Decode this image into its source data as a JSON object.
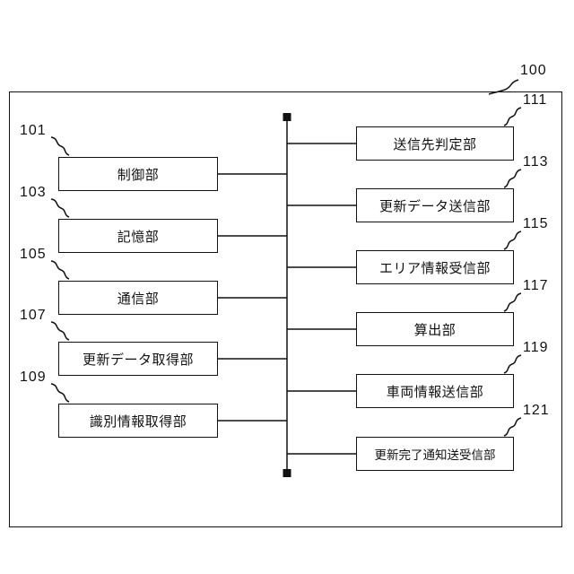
{
  "diagram": {
    "outer_ref": "100",
    "left_blocks": [
      {
        "ref": "101",
        "label": "制御部"
      },
      {
        "ref": "103",
        "label": "記憶部"
      },
      {
        "ref": "105",
        "label": "通信部"
      },
      {
        "ref": "107",
        "label": "更新データ取得部"
      },
      {
        "ref": "109",
        "label": "識別情報取得部"
      }
    ],
    "right_blocks": [
      {
        "ref": "111",
        "label": "送信先判定部"
      },
      {
        "ref": "113",
        "label": "更新データ送信部"
      },
      {
        "ref": "115",
        "label": "エリア情報受信部"
      },
      {
        "ref": "117",
        "label": "算出部"
      },
      {
        "ref": "119",
        "label": "車両情報送信部"
      },
      {
        "ref": "121",
        "label": "更新完了通知送受信部"
      }
    ],
    "line_color": "#111111",
    "background_color": "#ffffff"
  }
}
